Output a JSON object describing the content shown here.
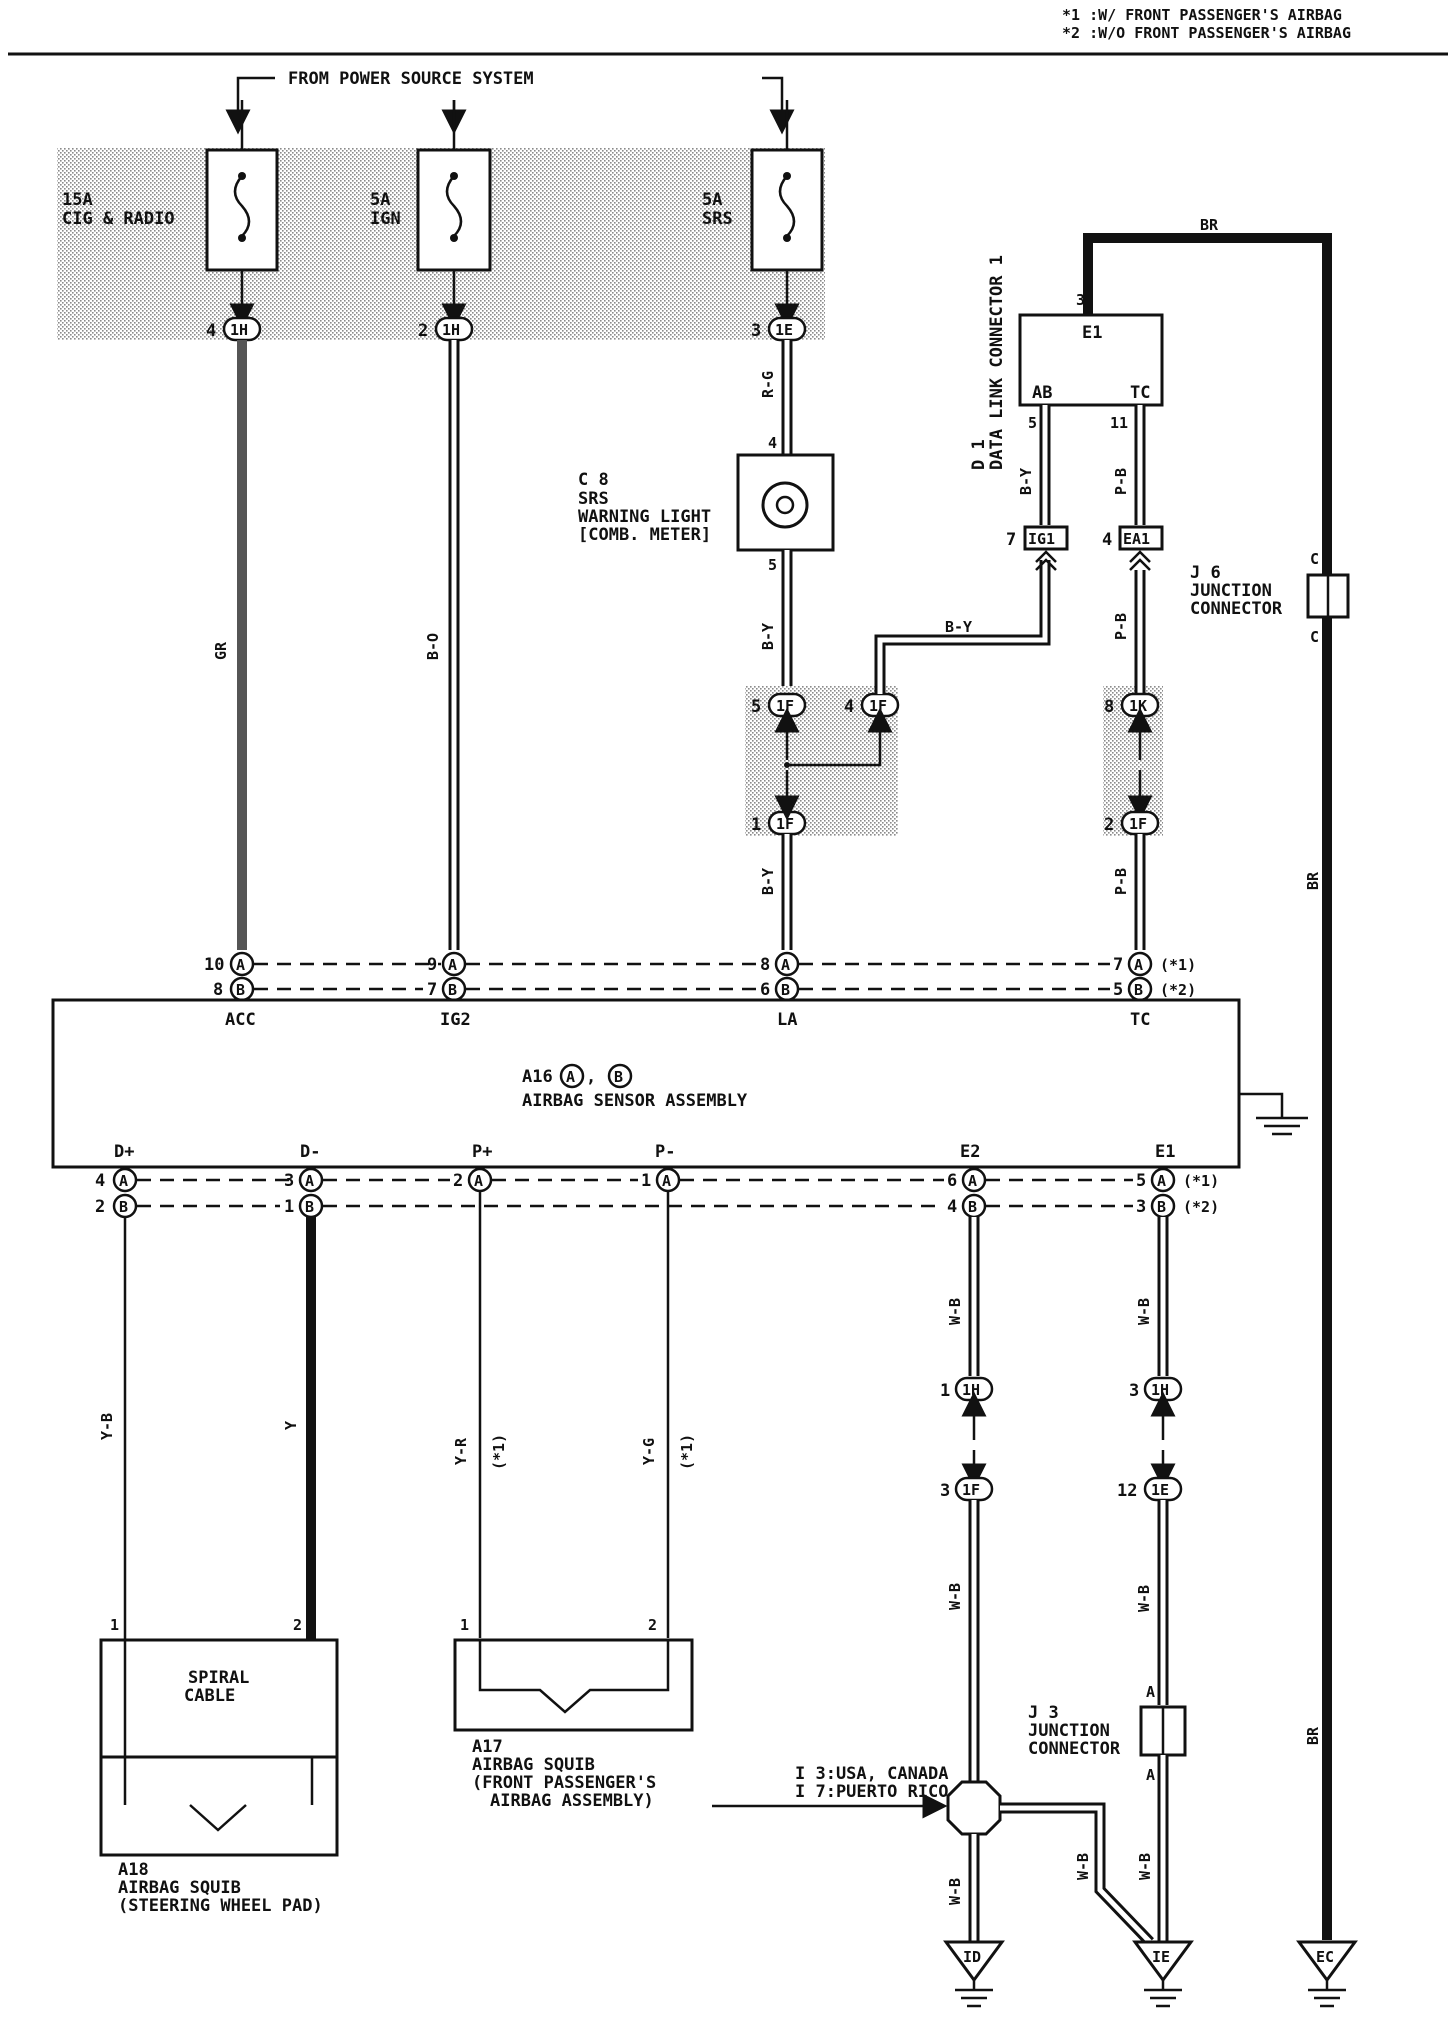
{
  "header": {
    "note1": "*1 :W/ FRONT PASSENGER'S AIRBAG",
    "note2": "*2 :W/O FRONT PASSENGER'S AIRBAG"
  },
  "power_source": {
    "label": "FROM POWER SOURCE SYSTEM"
  },
  "fuses": [
    {
      "rating": "15A",
      "name": "CIG & RADIO",
      "pin": "4",
      "connector": "1H"
    },
    {
      "rating": "5A",
      "name": "IGN",
      "pin": "2",
      "connector": "1H"
    },
    {
      "rating": "5A",
      "name": "SRS",
      "pin": "3",
      "connector": "1E"
    }
  ],
  "warning_light": {
    "id": "C 8",
    "line1": "SRS",
    "line2": "WARNING LIGHT",
    "line3": "[COMB. METER]",
    "pin_top": "4",
    "pin_bottom": "5"
  },
  "data_link": {
    "id": "D 1",
    "line1": "DATA LINK CONNECTOR 1",
    "e1": "E1",
    "ab": "AB",
    "tc": "TC",
    "pin_e1": "3",
    "pin_ab": "5",
    "pin_tc": "11",
    "conn_ig1_pin": "7",
    "conn_ig1": "IG1",
    "conn_ea1_pin": "4",
    "conn_ea1": "EA1"
  },
  "junction_j6": {
    "id": "J 6",
    "line1": "JUNCTION",
    "line2": "CONNECTOR",
    "pin": "C"
  },
  "junction_j3": {
    "id": "J 3",
    "line1": "JUNCTION",
    "line2": "CONNECTOR",
    "pin": "A"
  },
  "wire_colors": {
    "gr": "GR",
    "bo": "B-O",
    "rg": "R-G",
    "by": "B-Y",
    "pb": "P-B",
    "br": "BR",
    "yb": "Y-B",
    "y": "Y",
    "yr": "Y-R",
    "yg": "Y-G",
    "wb": "W-B"
  },
  "wire_notes": {
    "star1": "(*1)",
    "star2": "(*2)"
  },
  "splice_connectors": {
    "c1f_5": {
      "pin": "5",
      "conn": "1F"
    },
    "c1f_4": {
      "pin": "4",
      "conn": "1F"
    },
    "c1f_1": {
      "pin": "1",
      "conn": "1F"
    },
    "c1k_8": {
      "pin": "8",
      "conn": "1K"
    },
    "c1f_2": {
      "pin": "2",
      "conn": "1F"
    },
    "c1h_1": {
      "pin": "1",
      "conn": "1H"
    },
    "c1h_3": {
      "pin": "3",
      "conn": "1H"
    },
    "c1f_3": {
      "pin": "3",
      "conn": "1F"
    },
    "c1e_12": {
      "pin": "12",
      "conn": "1E"
    }
  },
  "sensor": {
    "title_prefix": "A16",
    "conn_a": "A",
    "conn_b": "B",
    "name": "AIRBAG SENSOR ASSEMBLY",
    "top_terminals": [
      {
        "label": "ACC",
        "pin_a": "10",
        "pin_b": "8"
      },
      {
        "label": "IG2",
        "pin_a": "9",
        "pin_b": "7"
      },
      {
        "label": "LA",
        "pin_a": "8",
        "pin_b": "6"
      },
      {
        "label": "TC",
        "pin_a": "7",
        "pin_b": "5"
      }
    ],
    "bottom_terminals": [
      {
        "label": "D+",
        "pin_a": "4",
        "pin_b": "2"
      },
      {
        "label": "D-",
        "pin_a": "3",
        "pin_b": "1"
      },
      {
        "label": "P+",
        "pin_a": "2",
        "pin_b": ""
      },
      {
        "label": "P-",
        "pin_a": "1",
        "pin_b": ""
      },
      {
        "label": "E2",
        "pin_a": "6",
        "pin_b": "4"
      },
      {
        "label": "E1",
        "pin_a": "5",
        "pin_b": "3"
      }
    ]
  },
  "spiral": {
    "line1": "SPIRAL",
    "line2": "CABLE",
    "pin1": "1",
    "pin2": "2"
  },
  "a18": {
    "id": "A18",
    "line1": "AIRBAG SQUIB",
    "line2": "(STEERING WHEEL PAD)"
  },
  "a17": {
    "id": "A17",
    "line1": "AIRBAG SQUIB",
    "line2": "(FRONT PASSENGER'S",
    "line3": "AIRBAG ASSEMBLY)",
    "pin1": "1",
    "pin2": "2"
  },
  "i3_note": {
    "line1": "I 3:USA, CANADA",
    "line2": "I 7:PUERTO RICO"
  },
  "grounds": {
    "id": "ID",
    "ie": "IE",
    "ec": "EC"
  }
}
